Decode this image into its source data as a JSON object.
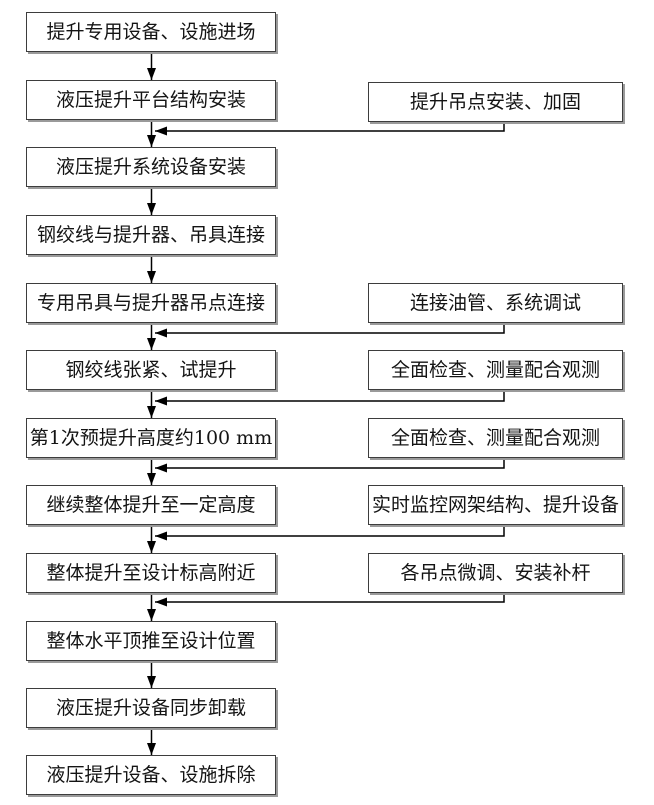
{
  "diagram": {
    "main_steps": [
      "提升专用设备、设施进场",
      "液压提升平台结构安装",
      "液压提升系统设备安装",
      "钢绞线与提升器、吊具连接",
      "专用吊具与提升器吊点连接",
      "钢绞线张紧、试提升",
      "第1次预提升高度约100 mm",
      "继续整体提升至一定高度",
      "整体提升至设计标高附近",
      "整体水平顶推至设计位置",
      "液压提升设备同步卸载",
      "液压提升设备、设施拆除"
    ],
    "side_steps": [
      {
        "label": "提升吊点安装、加固",
        "merges_before_main_step": "液压提升系统设备安装"
      },
      {
        "label": "连接油管、系统调试",
        "merges_before_main_step": "钢绞线张紧、试提升"
      },
      {
        "label": "全面检查、测量配合观测",
        "merges_before_main_step": "第1次预提升高度约100 mm"
      },
      {
        "label": "全面检查、测量配合观测",
        "merges_before_main_step": "继续整体提升至一定高度"
      },
      {
        "label": "实时监控网架结构、提升设备",
        "merges_before_main_step": "整体提升至设计标高附近"
      },
      {
        "label": "各吊点微调、安装补杆",
        "merges_before_main_step": "整体水平顶推至设计位置"
      }
    ],
    "colors": {
      "background": "#ffffff",
      "box_fill": "#ffffff",
      "box_border": "#3d3d3d",
      "box_shadow": "#9a9a9a",
      "text": "#141414",
      "line": "#000000"
    }
  }
}
